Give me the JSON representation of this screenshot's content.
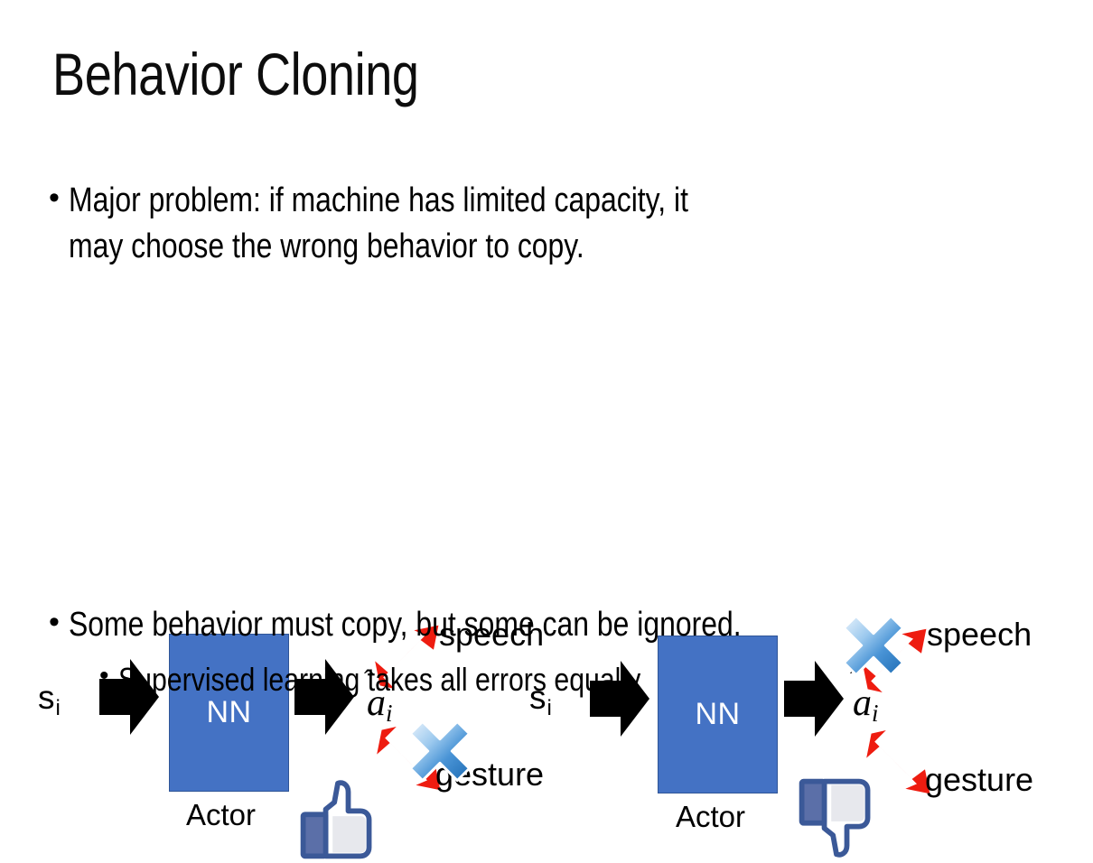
{
  "slide": {
    "title": "Behavior Cloning",
    "background_color": "#FFFFFF",
    "text_color": "#000000"
  },
  "bullets": {
    "top": {
      "marker": "•",
      "line1": "Major problem: if machine has limited capacity, it",
      "line2": "may choose the wrong behavior to copy."
    },
    "bottom": {
      "marker": "•",
      "text": "Some behavior must copy, but some can be ignored."
    },
    "sub": {
      "marker": "•",
      "text": "Supervised learning takes all errors equally"
    }
  },
  "colors": {
    "nn_fill": "#4472C4",
    "nn_border": "#2F5597",
    "nn_text": "#FFFFFF",
    "arrow_black": "#000000",
    "arrow_red": "#EE1C10",
    "cross_blue_light": "#CFE2F7",
    "cross_blue_dark": "#2E7CC4",
    "thumb_outline": "#3B5998",
    "thumb_cuff": "#5B6FA8",
    "thumb_fill": "#FFFFFF",
    "thumb_shadow": "#E4E6EB"
  },
  "diagrams": [
    {
      "id": "left",
      "state_symbol": "s",
      "state_subscript": "i",
      "nn_label": "NN",
      "actor_label": "Actor",
      "action_symbol": "a",
      "action_subscript": "i",
      "action_hat": true,
      "outputs": [
        {
          "label": "speech",
          "direction": "up-right",
          "crossed": false
        },
        {
          "label": "gesture",
          "direction": "down-right",
          "crossed": true
        }
      ],
      "feedback": "thumbs-up"
    },
    {
      "id": "right",
      "state_symbol": "s",
      "state_subscript": "i",
      "nn_label": "NN",
      "actor_label": "Actor",
      "action_symbol": "a",
      "action_subscript": "i",
      "action_hat": true,
      "outputs": [
        {
          "label": "speech",
          "direction": "up-right",
          "crossed": true
        },
        {
          "label": "gesture",
          "direction": "down-right",
          "crossed": false
        }
      ],
      "feedback": "thumbs-down"
    }
  ]
}
